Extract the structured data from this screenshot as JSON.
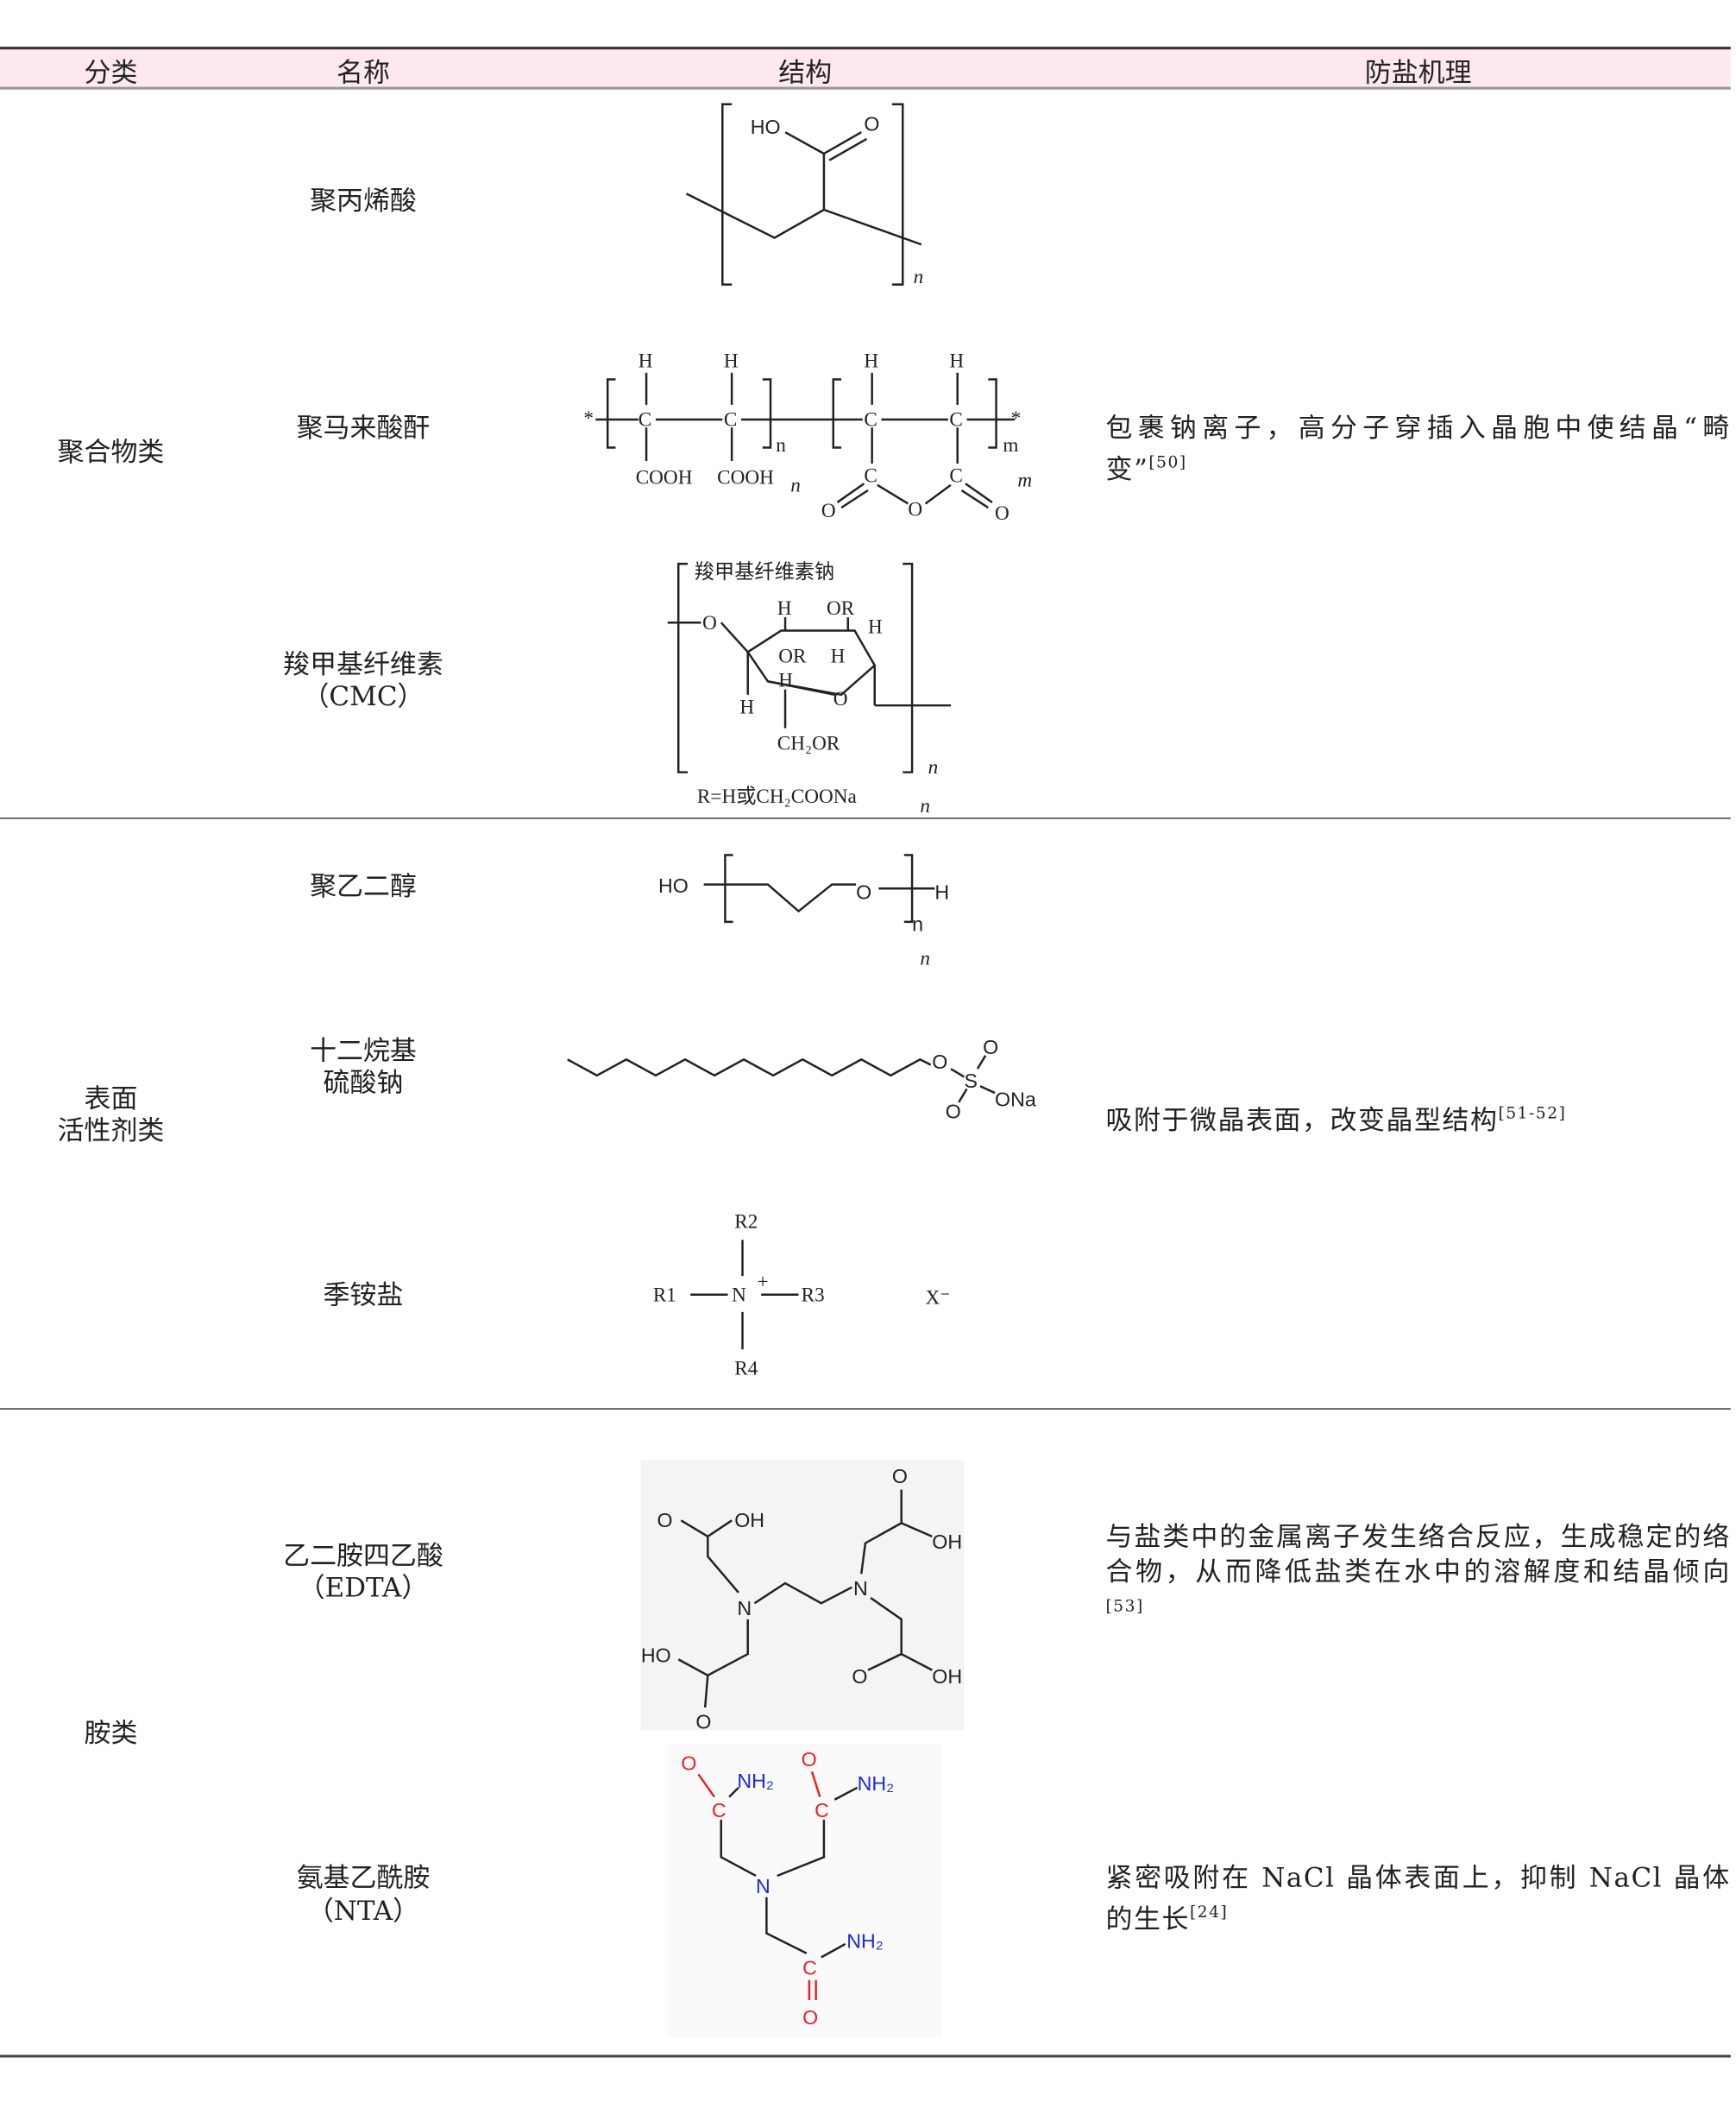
{
  "header": {
    "category": "分类",
    "name": "名称",
    "structure": "结构",
    "mechanism": "防盐机理"
  },
  "groups": [
    {
      "category": "聚合物类",
      "mechanism": "包裹钠离子，高分子穿插入晶胞中使结晶“畸变”",
      "ref": "[50]",
      "items": [
        {
          "name": "聚丙烯酸"
        },
        {
          "name": "聚马来酸酐"
        },
        {
          "name": "羧甲基纤维素",
          "name2": "（CMC）"
        }
      ]
    },
    {
      "category": "表面",
      "category2": "活性剂类",
      "mechanism": "吸附于微晶表面，改变晶型结构",
      "ref": "[51-52]",
      "items": [
        {
          "name": "聚乙二醇"
        },
        {
          "name": "十二烷基",
          "name2": "硫酸钠"
        },
        {
          "name": "季铵盐"
        }
      ]
    },
    {
      "category": "胺类",
      "items": [
        {
          "name": "乙二胺四乙酸",
          "name2": "（EDTA）",
          "mechanism": "与盐类中的金属离子发生络合反应，生成稳定的络合物，从而降低盐类在水中的溶解度和结晶倾向",
          "ref": "[53]"
        },
        {
          "name": "氨基乙酰胺",
          "name2": "（NTA）",
          "mechanism": "紧密吸附在 NaCl 晶体表面上，抑制 NaCl 晶体的生长",
          "ref": "[24]"
        }
      ]
    }
  ],
  "labels": {
    "paa": {
      "ho": "HO",
      "o": "O",
      "n": "n"
    },
    "pma": {
      "star": "*",
      "h": "H",
      "c": "C",
      "cooh": "COOH",
      "sub_n": "n",
      "sub_m": "m",
      "o": "O",
      "n_it": "n",
      "m_it": "m"
    },
    "cmc": {
      "title": "羧甲基纤维素钠",
      "o": "O",
      "h": "H",
      "or": "OR",
      "ch2or": "CH₂OR",
      "r": "R=H或CH₂COONa",
      "n": "n"
    },
    "peg": {
      "ho": "HO",
      "o": "O",
      "h": "H",
      "n": "n"
    },
    "sds": {
      "o": "O",
      "s": "S",
      "ona": "ONa"
    },
    "quat": {
      "r1": "R1",
      "r2": "R2",
      "r3": "R3",
      "r4": "R4",
      "n": "N",
      "plus": "+",
      "x": "X⁻"
    },
    "edta": {
      "oh": "OH",
      "ho": "HO",
      "o": "O",
      "n": "N"
    },
    "nta": {
      "o": "O",
      "c": "C",
      "nh2": "NH₂",
      "n": "N"
    }
  },
  "colors": {
    "header_bg": "#fce8ee",
    "red": "#e8202a",
    "blue": "#1a2bd8"
  }
}
